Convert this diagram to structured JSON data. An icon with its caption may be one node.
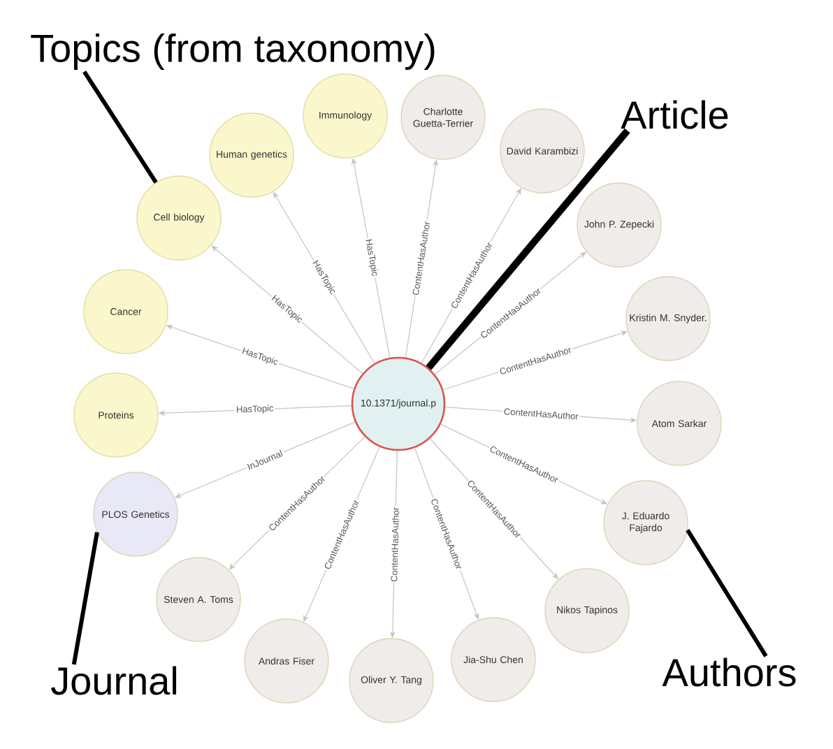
{
  "diagram": {
    "nodes": [
      {
        "text": [
          "Topics (from taxonomy)"
        ]
      },
      {
        "text": [
          "Immunology"
        ]
      },
      {
        "text": [
          "Charlotte Guetta-Terrier"
        ]
      },
      {
        "text": [
          "Article"
        ]
      },
      {
        "text": [
          "Human genetics"
        ]
      },
      {
        "text": [
          "David Karambizi"
        ]
      },
      {
        "text": [
          "Cell biology"
        ]
      },
      {
        "text": [
          "John P. Zepecki"
        ]
      },
      {
        "text": [
          "Cancer"
        ]
      },
      {
        "text": [
          "Kristin M. Snyder."
        ]
      },
      {
        "text": [
          "10.1371/journal.p"
        ]
      },
      {
        "text": [
          "Proteins"
        ]
      },
      {
        "text": [
          "Atom Sarkar"
        ]
      },
      {
        "text": [
          "PLOS Genetics"
        ]
      },
      {
        "text": [
          "J. Eduardo Fajardo"
        ]
      },
      {
        "text": [
          "Steven A. Toms"
        ]
      },
      {
        "text": [
          "Nikos Tapinos"
        ]
      },
      {
        "text": [
          "Andras Fiser"
        ]
      },
      {
        "text": [
          "Jia-Shu Chen"
        ]
      },
      {
        "text": [
          "Oliver Y. Tang"
        ]
      },
      {
        "text": [
          "Journal"
        ]
      },
      {
        "text": [
          "Authors"
        ]
      }
    ],
    "edges": [
      {
        "from": 10,
        "to": 1,
        "arrow": "to",
        "label": "HasTopic"
      },
      {
        "from": 10,
        "to": 4,
        "arrow": "to",
        "label": "HasTopic"
      },
      {
        "from": 10,
        "to": 6,
        "arrow": "to",
        "label": "HasTopic"
      },
      {
        "from": 10,
        "to": 8,
        "arrow": "to",
        "label": "HasTopic"
      },
      {
        "from": 10,
        "to": 11,
        "arrow": "to",
        "label": "HasTopic"
      },
      {
        "from": 10,
        "to": 13,
        "arrow": "to",
        "label": "InJournal"
      },
      {
        "from": 10,
        "to": 2,
        "arrow": "to",
        "label": "ContentHasAuthor"
      },
      {
        "from": 10,
        "to": 5,
        "arrow": "to",
        "label": "ContentHasAuthor"
      },
      {
        "from": 10,
        "to": 7,
        "arrow": "to",
        "label": "ContentHasAuthor"
      },
      {
        "from": 10,
        "to": 9,
        "arrow": "to",
        "label": "ContentHasAuthor"
      },
      {
        "from": 10,
        "to": 12,
        "arrow": "to",
        "label": "ContentHasAuthor"
      },
      {
        "from": 10,
        "to": 14,
        "arrow": "to",
        "label": "ContentHasAuthor"
      },
      {
        "from": 10,
        "to": 16,
        "arrow": "to",
        "label": "ContentHasAuthor"
      },
      {
        "from": 10,
        "to": 18,
        "arrow": "to",
        "label": "ContentHasAuthor"
      },
      {
        "from": 10,
        "to": 19,
        "arrow": "to",
        "label": "ContentHasAuthor"
      },
      {
        "from": 10,
        "to": 17,
        "arrow": "to",
        "label": "ContentHasAuthor"
      },
      {
        "from": 10,
        "to": 15,
        "arrow": "to",
        "label": "ContentHasAuthor"
      },
      {
        "from": 0,
        "to": 6,
        "arrow": "none",
        "style": "thick",
        "color": "#000000"
      },
      {
        "from": 3,
        "to": 10,
        "arrow": "none",
        "style": "thick",
        "color": "#000000"
      },
      {
        "from": 20,
        "to": 13,
        "arrow": "none",
        "style": "thick",
        "color": "#000000"
      },
      {
        "from": 21,
        "to": 14,
        "arrow": "none",
        "style": "thick",
        "color": "#000000"
      }
    ]
  }
}
